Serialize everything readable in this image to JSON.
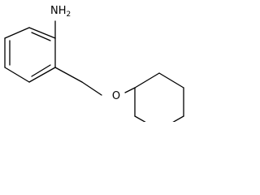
{
  "molecule": {
    "amine_label": {
      "element": "N",
      "h": "H",
      "h_count": "2"
    },
    "ether_oxygen_label": "O"
  }
}
